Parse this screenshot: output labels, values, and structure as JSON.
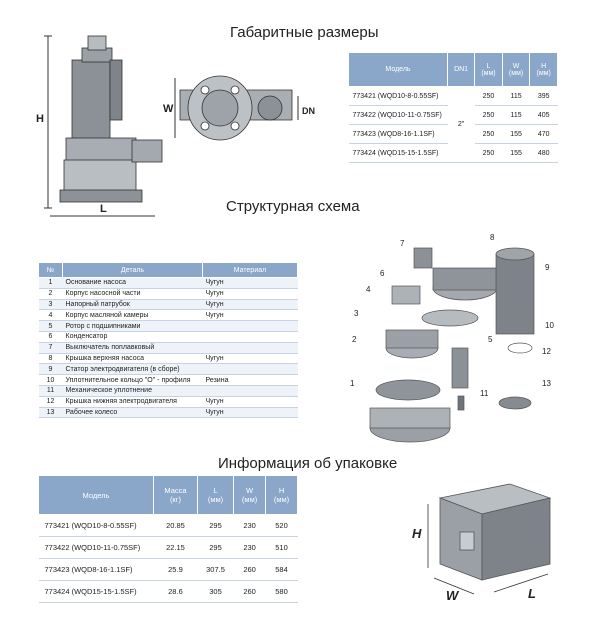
{
  "sections": {
    "dims_title": "Габаритные размеры",
    "scheme_title": "Структурная схема",
    "pack_title": "Информация об упаковке"
  },
  "dims_table": {
    "headers": [
      "Модель",
      "DN1",
      "L\n(мм)",
      "W\n(мм)",
      "H\n(мм)"
    ],
    "dn1": "2\"",
    "rows": [
      [
        "773421 (WQD10-8-0.55SF)",
        "250",
        "115",
        "395"
      ],
      [
        "773422 (WQD10-11-0.75SF)",
        "250",
        "115",
        "405"
      ],
      [
        "773423 (WQD8-16-1.1SF)",
        "250",
        "155",
        "470"
      ],
      [
        "773424 (WQD15-15-1.5SF)",
        "250",
        "155",
        "480"
      ]
    ]
  },
  "dim_labels": {
    "h": "H",
    "l": "L",
    "w": "W",
    "dn": "DN"
  },
  "parts_table": {
    "headers": [
      "№",
      "Деталь",
      "Материал"
    ],
    "rows": [
      [
        "1",
        "Основание насоса",
        "Чугун"
      ],
      [
        "2",
        "Корпус насосной части",
        "Чугун"
      ],
      [
        "3",
        "Напорный патрубок",
        "Чугун"
      ],
      [
        "4",
        "Корпус масляной камеры",
        "Чугун"
      ],
      [
        "5",
        "Ротор с подшипниками",
        ""
      ],
      [
        "6",
        "Конденсатор",
        ""
      ],
      [
        "7",
        "Выключатель поплавковый",
        ""
      ],
      [
        "8",
        "Крышка верхняя насоса",
        "Чугун"
      ],
      [
        "9",
        "Статор электродвигателя (в сборе)",
        ""
      ],
      [
        "10",
        "Уплотнительное кольцо \"O\" - профиля",
        "Резина"
      ],
      [
        "11",
        "Механическое уплотнение",
        ""
      ],
      [
        "12",
        "Крышка нижняя электродвигателя",
        "Чугун"
      ],
      [
        "13",
        "Рабочее колесо",
        "Чугун"
      ]
    ]
  },
  "part_callouts": [
    "1",
    "2",
    "3",
    "4",
    "5",
    "6",
    "7",
    "8",
    "9",
    "10",
    "11",
    "12",
    "13"
  ],
  "pack_table": {
    "headers": [
      "Модель",
      "Масса\n(кг)",
      "L\n(мм)",
      "W\n(мм)",
      "H\n(мм)"
    ],
    "rows": [
      [
        "773421 (WQD10-8-0.55SF)",
        "20.85",
        "295",
        "230",
        "520"
      ],
      [
        "773422 (WQD10-11-0.75SF)",
        "22.15",
        "295",
        "230",
        "510"
      ],
      [
        "773423 (WQD8-16-1.1SF)",
        "25.9",
        "307.5",
        "260",
        "584"
      ],
      [
        "773424 (WQD15-15-1.5SF)",
        "28.6",
        "305",
        "260",
        "580"
      ]
    ]
  },
  "box_labels": {
    "h": "H",
    "w": "W",
    "l": "L"
  },
  "colors": {
    "header_bg": "#8aa7c9",
    "row_alt": "#eef3f9",
    "line": "#c7d3e2"
  }
}
